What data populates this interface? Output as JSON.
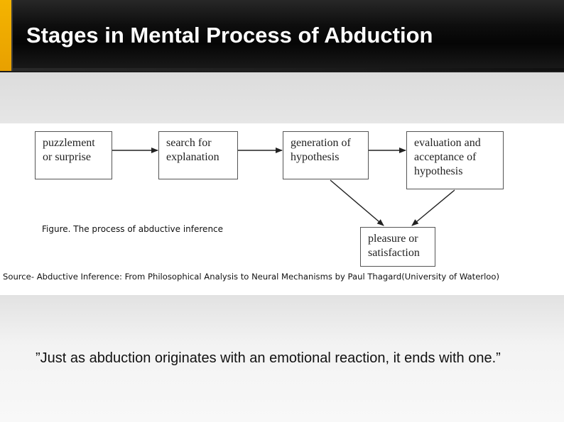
{
  "slide": {
    "title": "Stages in Mental Process of Abduction",
    "quote": "”Just as abduction originates with an emotional reaction, it ends with one.”"
  },
  "figure": {
    "boxes": [
      {
        "line1": "puzzlement",
        "line2": "or surprise",
        "line3": ""
      },
      {
        "line1": "search for",
        "line2": "explanation",
        "line3": ""
      },
      {
        "line1": "generation of",
        "line2": "hypothesis",
        "line3": ""
      },
      {
        "line1": "evaluation and",
        "line2": "acceptance  of",
        "line3": "hypothesis"
      },
      {
        "line1": "pleasure or",
        "line2": "satisfaction",
        "line3": ""
      }
    ],
    "caption": "Figure. The process of abductive inference",
    "source": "Source- Abductive Inference: From Philosophical Analysis to Neural Mechanisms by Paul Thagard(University of Waterloo)"
  }
}
